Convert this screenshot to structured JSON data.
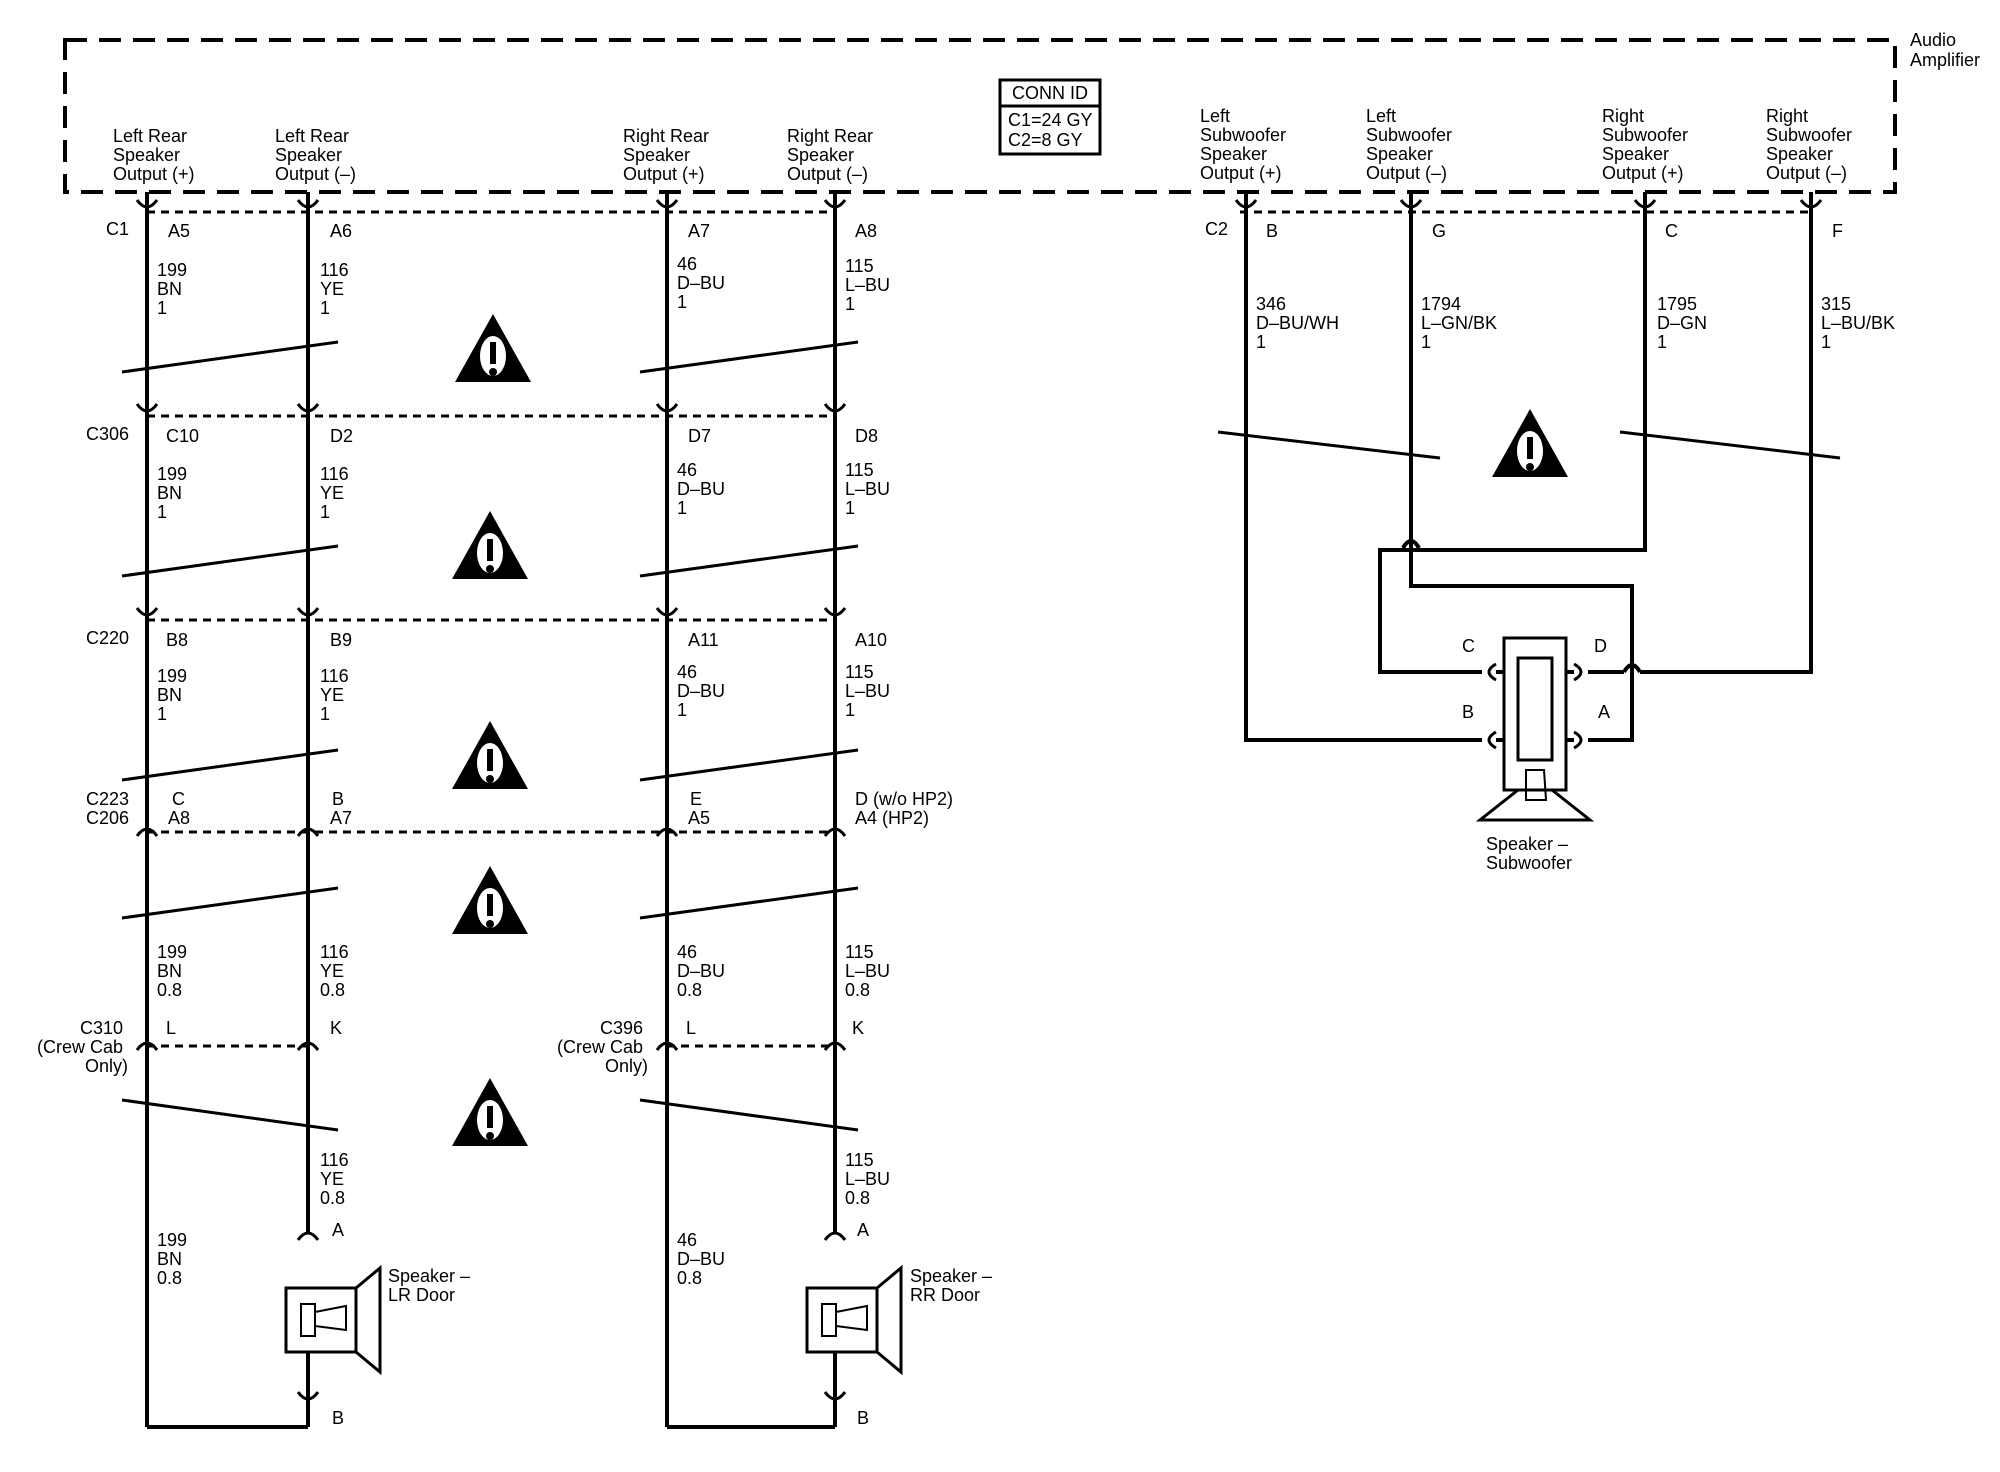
{
  "amplifier": {
    "title": "Audio Amplifier",
    "title_lines": [
      "Audio",
      "Amplifier"
    ],
    "conn_id": {
      "title": "CONN ID",
      "lines": [
        "C1=24 GY",
        "C2=8 GY"
      ]
    },
    "outputs": [
      {
        "lines": [
          "Left Rear",
          "Speaker",
          "Output (+)"
        ]
      },
      {
        "lines": [
          "Left Rear",
          "Speaker",
          "Output (–)"
        ]
      },
      {
        "lines": [
          "Right Rear",
          "Speaker",
          "Output (+)"
        ]
      },
      {
        "lines": [
          "Right Rear",
          "Speaker",
          "Output (–)"
        ]
      },
      {
        "lines": [
          "Left",
          "Subwoofer",
          "Speaker",
          "Output (+)"
        ]
      },
      {
        "lines": [
          "Left",
          "Subwoofer",
          "Speaker",
          "Output (–)"
        ]
      },
      {
        "lines": [
          "Right",
          "Subwoofer",
          "Speaker",
          "Output (+)"
        ]
      },
      {
        "lines": [
          "Right",
          "Subwoofer",
          "Speaker",
          "Output (–)"
        ]
      }
    ]
  },
  "connectors": {
    "c1": {
      "id": "C1",
      "pins": [
        "A5",
        "A6",
        "A7",
        "A8"
      ]
    },
    "c306": {
      "id": "C306",
      "pins": [
        "C10",
        "D2",
        "D7",
        "D8"
      ]
    },
    "c220": {
      "id": "C220",
      "pins": [
        "B8",
        "B9",
        "A11",
        "A10"
      ]
    },
    "c223": {
      "id_lines": [
        "C223",
        "C206"
      ],
      "pins": [
        [
          "C",
          "A8"
        ],
        [
          "B",
          "A7"
        ],
        [
          "E",
          "A5"
        ],
        [
          "D (w/o HP2)",
          "A4 (HP2)"
        ]
      ]
    },
    "c310": {
      "id_lines": [
        "C310",
        "(Crew Cab",
        "Only)"
      ],
      "pins": [
        "L",
        "K"
      ]
    },
    "c396": {
      "id_lines": [
        "C396",
        "(Crew Cab",
        "Only)"
      ],
      "pins": [
        "L",
        "K"
      ]
    },
    "c2": {
      "id": "C2",
      "pins": [
        "B",
        "G",
        "C",
        "F"
      ]
    }
  },
  "wires": {
    "lr_pos": {
      "circuit": "199",
      "color": "BN",
      "gauge": "1",
      "gauge_door": "0.8"
    },
    "lr_neg": {
      "circuit": "116",
      "color": "YE",
      "gauge": "1",
      "gauge_door": "0.8"
    },
    "rr_pos": {
      "circuit": "46",
      "color": "D–BU",
      "gauge": "1",
      "gauge_door": "0.8"
    },
    "rr_neg": {
      "circuit": "115",
      "color": "L–BU",
      "gauge": "1",
      "gauge_door": "0.8"
    },
    "sub_lpos": {
      "circuit": "346",
      "color": "D–BU/WH",
      "gauge": "1"
    },
    "sub_lneg": {
      "circuit": "1794",
      "color": "L–GN/BK",
      "gauge": "1"
    },
    "sub_rpos": {
      "circuit": "1795",
      "color": "D–GN",
      "gauge": "1"
    },
    "sub_rneg": {
      "circuit": "315",
      "color": "L–BU/BK",
      "gauge": "1"
    }
  },
  "speakers": {
    "lr_door": {
      "lines": [
        "Speaker –",
        "LR Door"
      ],
      "pin_a": "A",
      "pin_b": "B"
    },
    "rr_door": {
      "lines": [
        "Speaker –",
        "RR Door"
      ],
      "pin_a": "A",
      "pin_b": "B"
    },
    "subwoofer": {
      "lines": [
        "Speaker –",
        "Subwoofer"
      ],
      "pins": [
        "C",
        "D",
        "B",
        "A"
      ]
    }
  }
}
